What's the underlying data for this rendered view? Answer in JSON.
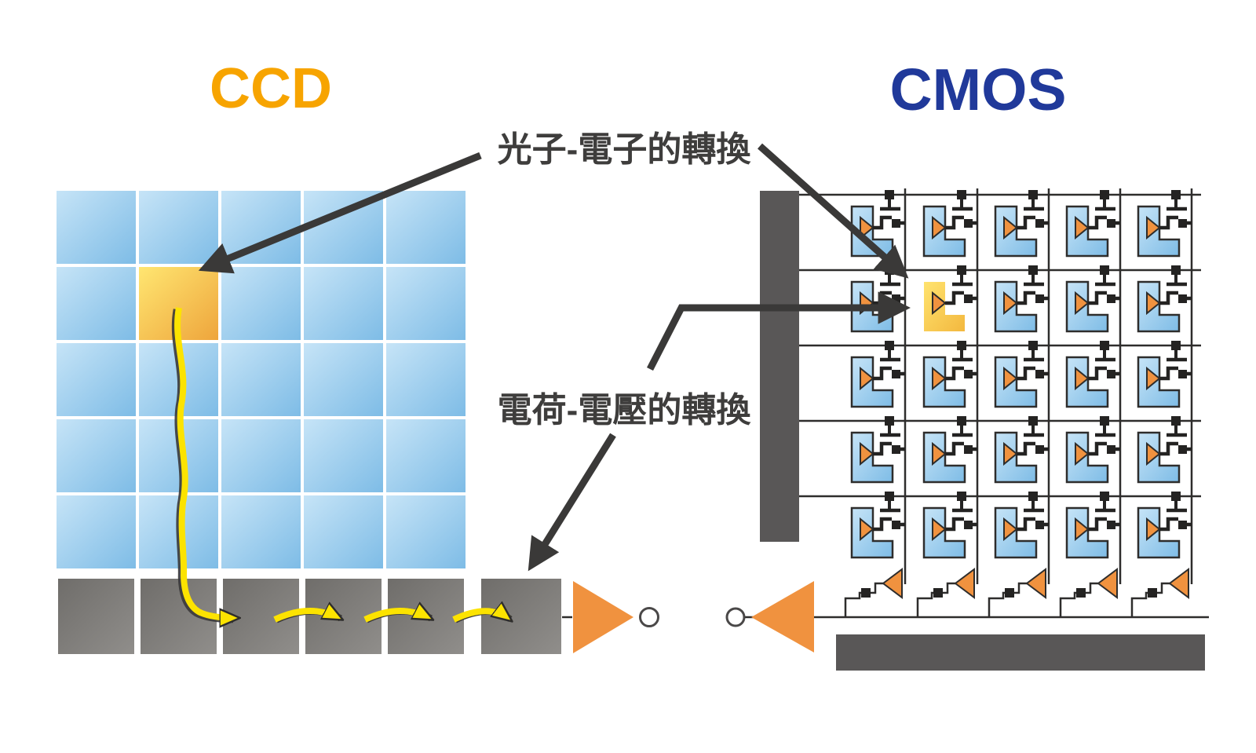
{
  "titles": {
    "ccd_label": "CCD",
    "cmos_label": "CMOS"
  },
  "annotations": {
    "photon_conversion_label": "光子-電子的轉換",
    "charge_conversion_label": "電荷-電壓的轉換"
  },
  "colors": {
    "ccd_title": "#F7A400",
    "cmos_title": "#20399A",
    "label_text": "#3E3D3C",
    "annotation_arrow": "#3A3938",
    "pixel_blue_light": "#C6E4F7",
    "pixel_blue_dark": "#7EBCE6",
    "highlight_yellow_light": "#FFE671",
    "highlight_yellow_dark": "#EEA53C",
    "readout_gray_light": "#908E8B",
    "readout_gray_dark": "#6F6D6A",
    "driver_bar_gray": "#595757",
    "amplifier_orange": "#F0923F",
    "charge_arrow_yellow": "#FCE300",
    "circuit_line": "#2E2D2C"
  },
  "ccd": {
    "grid": {
      "rows": 5,
      "cols": 5
    },
    "highlight_cell": {
      "row": 1,
      "col": 1
    },
    "readout_row_cells": 5,
    "has_detached_output_cell": true,
    "charge_hop_arrows": 4
  },
  "cmos": {
    "grid": {
      "rows": 5,
      "cols": 5
    },
    "highlight_cell": {
      "row": 1,
      "col": 1
    },
    "column_amplifiers": 5,
    "row_lines": 5,
    "column_lines": 5
  },
  "icons": {
    "ccd_output_amplifier": "amplifier-triangle-right-icon",
    "cmos_output_amplifier": "amplifier-triangle-left-icon",
    "pixel_amplifier": "amplifier-triangle-icon",
    "output_terminal": "output-terminal-circle-icon",
    "transistor": "mosfet-symbol-icon"
  }
}
